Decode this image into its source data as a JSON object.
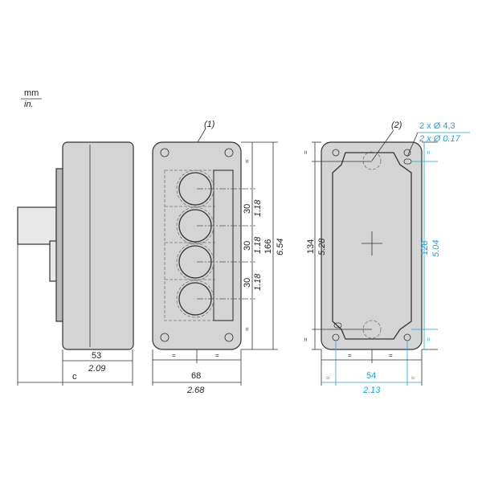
{
  "units": {
    "primary": "mm",
    "secondary": "in."
  },
  "callouts": {
    "front": "(1)",
    "rear": "(2)"
  },
  "holes": {
    "mm": "2 x Ø 4,3",
    "in": "2 x Ø 0.17"
  },
  "side_view": {
    "depth_mm": "53",
    "depth_in": "2.09",
    "overall": "c"
  },
  "front_view": {
    "pitch_mm": [
      "30",
      "30",
      "30"
    ],
    "pitch_in": [
      "1.18",
      "1.18",
      "1.18"
    ],
    "height_mm": "166",
    "height_in": "6.54",
    "width_mm": "68",
    "width_in": "2.68",
    "equal": "="
  },
  "rear_view": {
    "height_mm": "134",
    "height_in": "5.28",
    "fix_height_mm": "128",
    "fix_height_in": "5.04",
    "fix_width_mm": "54",
    "fix_width_in": "2.13",
    "equal": "="
  },
  "colors": {
    "accent": "#1aa3e0",
    "body": "#d4d4d4"
  }
}
